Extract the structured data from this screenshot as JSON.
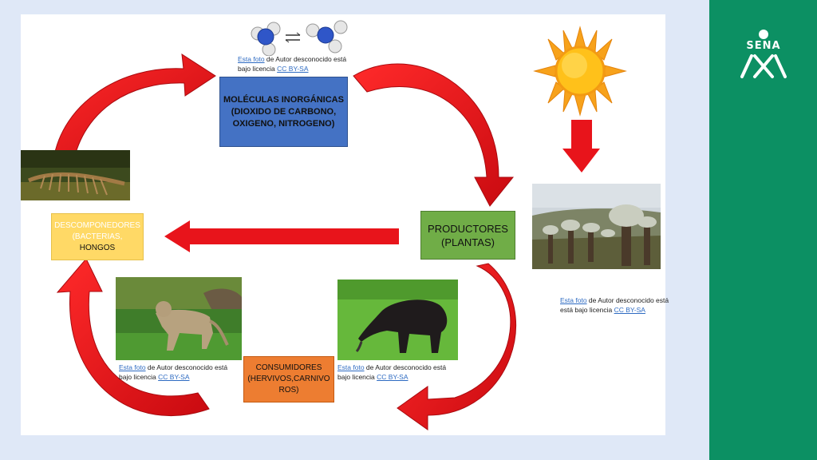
{
  "boxes": {
    "molecules": {
      "line1": "MOLÉCULAS INORGÁNICAS",
      "line2": "(DIOXIDO DE CARBONO,",
      "line3": "OXIGENO, NITROGENO)"
    },
    "producers": {
      "line1": "PRODUCTORES",
      "line2": "(PLANTAS)"
    },
    "decomposers": {
      "line1": "DESCOMPONEDORES",
      "line2": "(BACTERIAS,",
      "line3": "HONGOS"
    },
    "consumers": {
      "line1": "CONSUMIDORES",
      "line2": "(HERVIVOS,CARNIVO",
      "line3": "ROS)"
    }
  },
  "credit": {
    "link_photo": "Esta foto",
    "text_author": " de Autor desconocido está",
    "text_license": "bajo licencia ",
    "text_license_alt": "está bajo licencia ",
    "link_license": "CC BY-SA"
  },
  "brand": {
    "name": "SENA"
  },
  "colors": {
    "arrow": "#e8141b",
    "molecules_box": "#4472c4",
    "producers_box": "#70ad47",
    "decomposers_box": "#ffd966",
    "consumers_box": "#ed7d31",
    "sidebar": "#0c9063"
  }
}
